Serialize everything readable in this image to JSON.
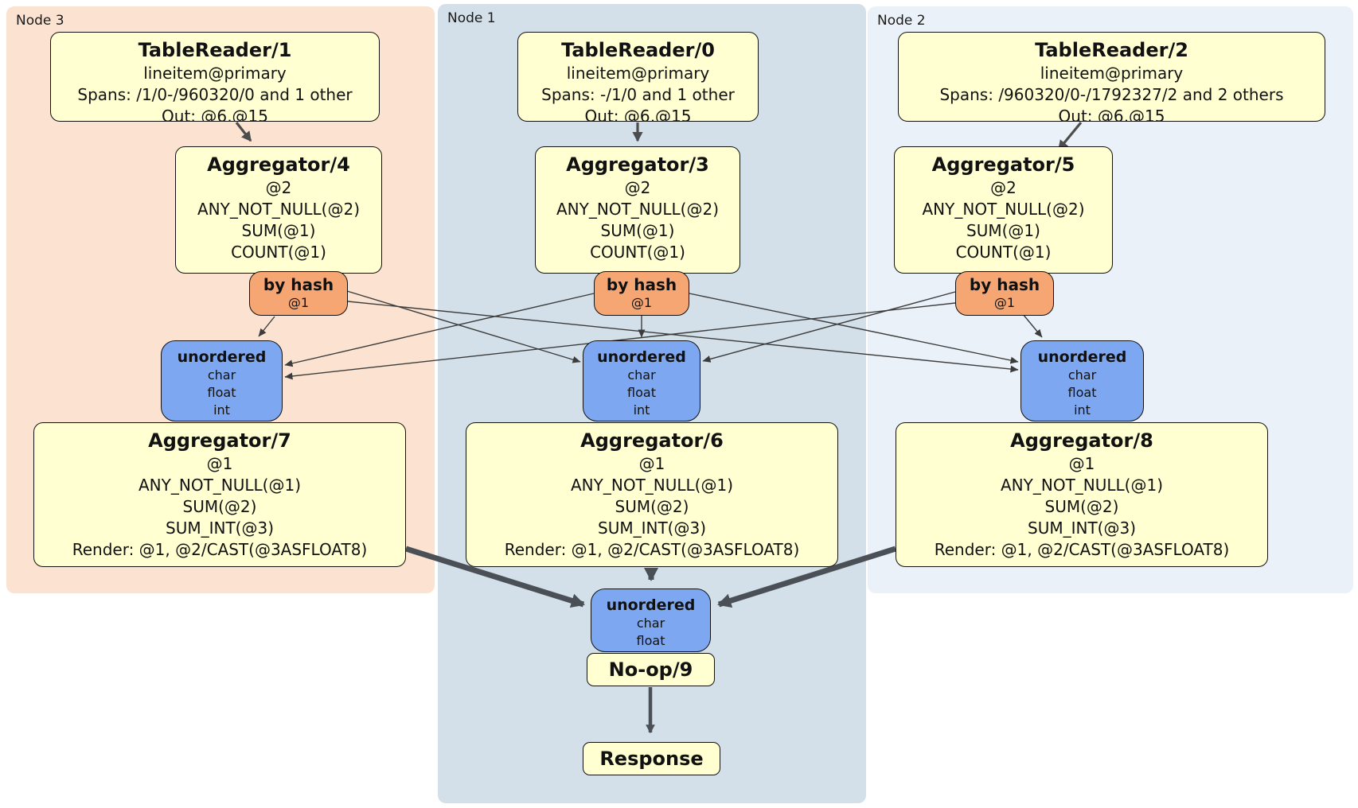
{
  "panels": [
    {
      "label": "Node 3"
    },
    {
      "label": "Node 1"
    },
    {
      "label": "Node 2"
    }
  ],
  "colors": {
    "node3_bg": "#fce2d1",
    "node1_bg": "#d3e0e9",
    "node2_bg": "#ebf1f9",
    "processor_fill": "#ffffd2",
    "router_fill": "#f5a673",
    "sync_fill": "#7da7f0",
    "edge_thin": "#3c3c3c",
    "edge_thick": "#4a5056"
  },
  "boxes": {
    "tr1": {
      "title": "TableReader/1",
      "lines": [
        "lineitem@primary",
        "Spans: /1/0-/960320/0 and 1 other",
        "Out: @6,@15"
      ]
    },
    "tr0": {
      "title": "TableReader/0",
      "lines": [
        "lineitem@primary",
        "Spans: -/1/0 and 1 other",
        "Out: @6,@15"
      ]
    },
    "tr2": {
      "title": "TableReader/2",
      "lines": [
        "lineitem@primary",
        "Spans: /960320/0-/1792327/2 and 2 others",
        "Out: @6,@15"
      ]
    },
    "agg4": {
      "title": "Aggregator/4",
      "lines": [
        "@2",
        "ANY_NOT_NULL(@2)",
        "SUM(@1)",
        "COUNT(@1)"
      ]
    },
    "agg3": {
      "title": "Aggregator/3",
      "lines": [
        "@2",
        "ANY_NOT_NULL(@2)",
        "SUM(@1)",
        "COUNT(@1)"
      ]
    },
    "agg5": {
      "title": "Aggregator/5",
      "lines": [
        "@2",
        "ANY_NOT_NULL(@2)",
        "SUM(@1)",
        "COUNT(@1)"
      ]
    },
    "bh3": {
      "title": "by hash",
      "lines": [
        "@1"
      ]
    },
    "bh1": {
      "title": "by hash",
      "lines": [
        "@1"
      ]
    },
    "bh5": {
      "title": "by hash",
      "lines": [
        "@1"
      ]
    },
    "un3": {
      "title": "unordered",
      "lines": [
        "char",
        "float",
        "int"
      ]
    },
    "un1": {
      "title": "unordered",
      "lines": [
        "char",
        "float",
        "int"
      ]
    },
    "un2": {
      "title": "unordered",
      "lines": [
        "char",
        "float",
        "int"
      ]
    },
    "agg7": {
      "title": "Aggregator/7",
      "lines": [
        "@1",
        "ANY_NOT_NULL(@1)",
        "SUM(@2)",
        "SUM_INT(@3)",
        "Render: @1, @2/CAST(@3ASFLOAT8)"
      ]
    },
    "agg6": {
      "title": "Aggregator/6",
      "lines": [
        "@1",
        "ANY_NOT_NULL(@1)",
        "SUM(@2)",
        "SUM_INT(@3)",
        "Render: @1, @2/CAST(@3ASFLOAT8)"
      ]
    },
    "agg8": {
      "title": "Aggregator/8",
      "lines": [
        "@1",
        "ANY_NOT_NULL(@1)",
        "SUM(@2)",
        "SUM_INT(@3)",
        "Render: @1, @2/CAST(@3ASFLOAT8)"
      ]
    },
    "unf": {
      "title": "unordered",
      "lines": [
        "char",
        "float"
      ]
    },
    "noop": {
      "title": "No-op/9"
    },
    "resp": {
      "title": "Response"
    }
  }
}
